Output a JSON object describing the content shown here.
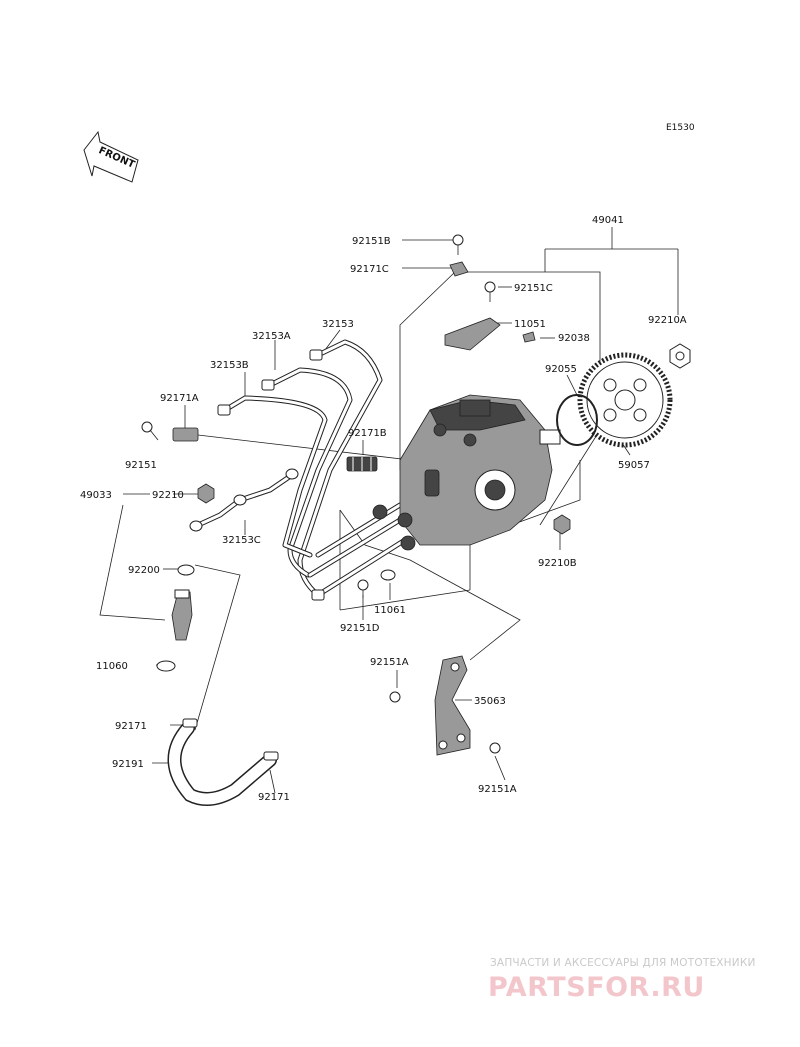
{
  "diagram_code": "E1530",
  "front_label": "FRONT",
  "watermark": {
    "line1": "ЗАПЧАСТИ И АКСЕССУАРЫ ДЛЯ МОТОТЕХНИКИ",
    "line2": "PARTSFOR.RU"
  },
  "labels": [
    {
      "id": "49041",
      "text": "49041"
    },
    {
      "id": "92151B",
      "text": "92151B"
    },
    {
      "id": "92171C",
      "text": "92171C"
    },
    {
      "id": "92151C",
      "text": "92151C"
    },
    {
      "id": "11051",
      "text": "11051"
    },
    {
      "id": "92038",
      "text": "92038"
    },
    {
      "id": "92210A",
      "text": "92210A"
    },
    {
      "id": "32153",
      "text": "32153"
    },
    {
      "id": "32153A",
      "text": "32153A"
    },
    {
      "id": "32153B",
      "text": "32153B"
    },
    {
      "id": "92171A",
      "text": "92171A"
    },
    {
      "id": "92171B",
      "text": "92171B"
    },
    {
      "id": "92055",
      "text": "92055"
    },
    {
      "id": "59057",
      "text": "59057"
    },
    {
      "id": "92151",
      "text": "92151"
    },
    {
      "id": "49033",
      "text": "49033"
    },
    {
      "id": "92210",
      "text": "92210"
    },
    {
      "id": "32153C",
      "text": "32153C"
    },
    {
      "id": "92200",
      "text": "92200"
    },
    {
      "id": "92210B",
      "text": "92210B"
    },
    {
      "id": "11061",
      "text": "11061"
    },
    {
      "id": "92151D",
      "text": "92151D"
    },
    {
      "id": "11060",
      "text": "11060"
    },
    {
      "id": "92151A_1",
      "text": "92151A"
    },
    {
      "id": "35063",
      "text": "35063"
    },
    {
      "id": "92171_1",
      "text": "92171"
    },
    {
      "id": "92191",
      "text": "92191"
    },
    {
      "id": "92171_2",
      "text": "92171"
    },
    {
      "id": "92151A_2",
      "text": "92151A"
    }
  ]
}
